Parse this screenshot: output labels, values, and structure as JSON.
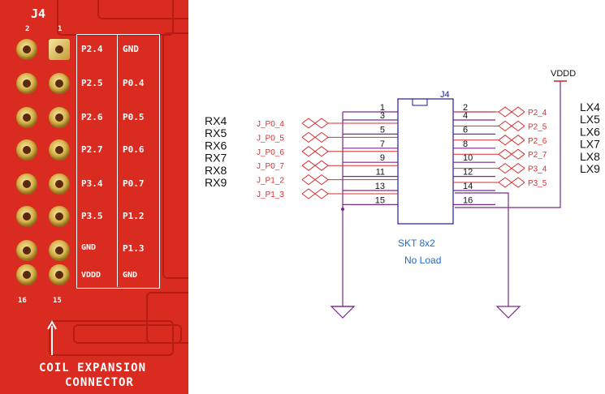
{
  "pcb": {
    "header_label": "J4",
    "pin_labels": [
      "2",
      "1",
      "16",
      "15"
    ],
    "left_column": [
      "P2.4",
      "P2.5",
      "P2.6",
      "P2.7",
      "P3.4",
      "P3.5",
      "GND",
      "VDDD"
    ],
    "right_column": [
      "GND",
      "P0.4",
      "P0.5",
      "P0.6",
      "P0.7",
      "P1.2",
      "P1.3",
      "GND"
    ],
    "caption_line1": "COIL EXPANSION",
    "caption_line2": "CONNECTOR"
  },
  "schematic": {
    "ref": "J4",
    "part": "SKT 8x2",
    "note": "No Load",
    "power_label": "VDDD",
    "rx_labels": [
      "RX4",
      "RX5",
      "RX6",
      "RX7",
      "RX8",
      "RX9"
    ],
    "lx_labels": [
      "LX4",
      "LX5",
      "LX6",
      "LX7",
      "LX8",
      "LX9"
    ],
    "left_nets": [
      "J_P0_4",
      "J_P0_5",
      "J_P0_6",
      "J_P0_7",
      "J_P1_2",
      "J_P1_3"
    ],
    "right_nets": [
      "P2_4",
      "P2_5",
      "P2_6",
      "P2_7",
      "P3_4",
      "P3_5"
    ],
    "left_pins": [
      "1",
      "3",
      "5",
      "7",
      "9",
      "11",
      "13",
      "15"
    ],
    "right_pins": [
      "2",
      "4",
      "6",
      "8",
      "10",
      "12",
      "14",
      "16"
    ]
  }
}
